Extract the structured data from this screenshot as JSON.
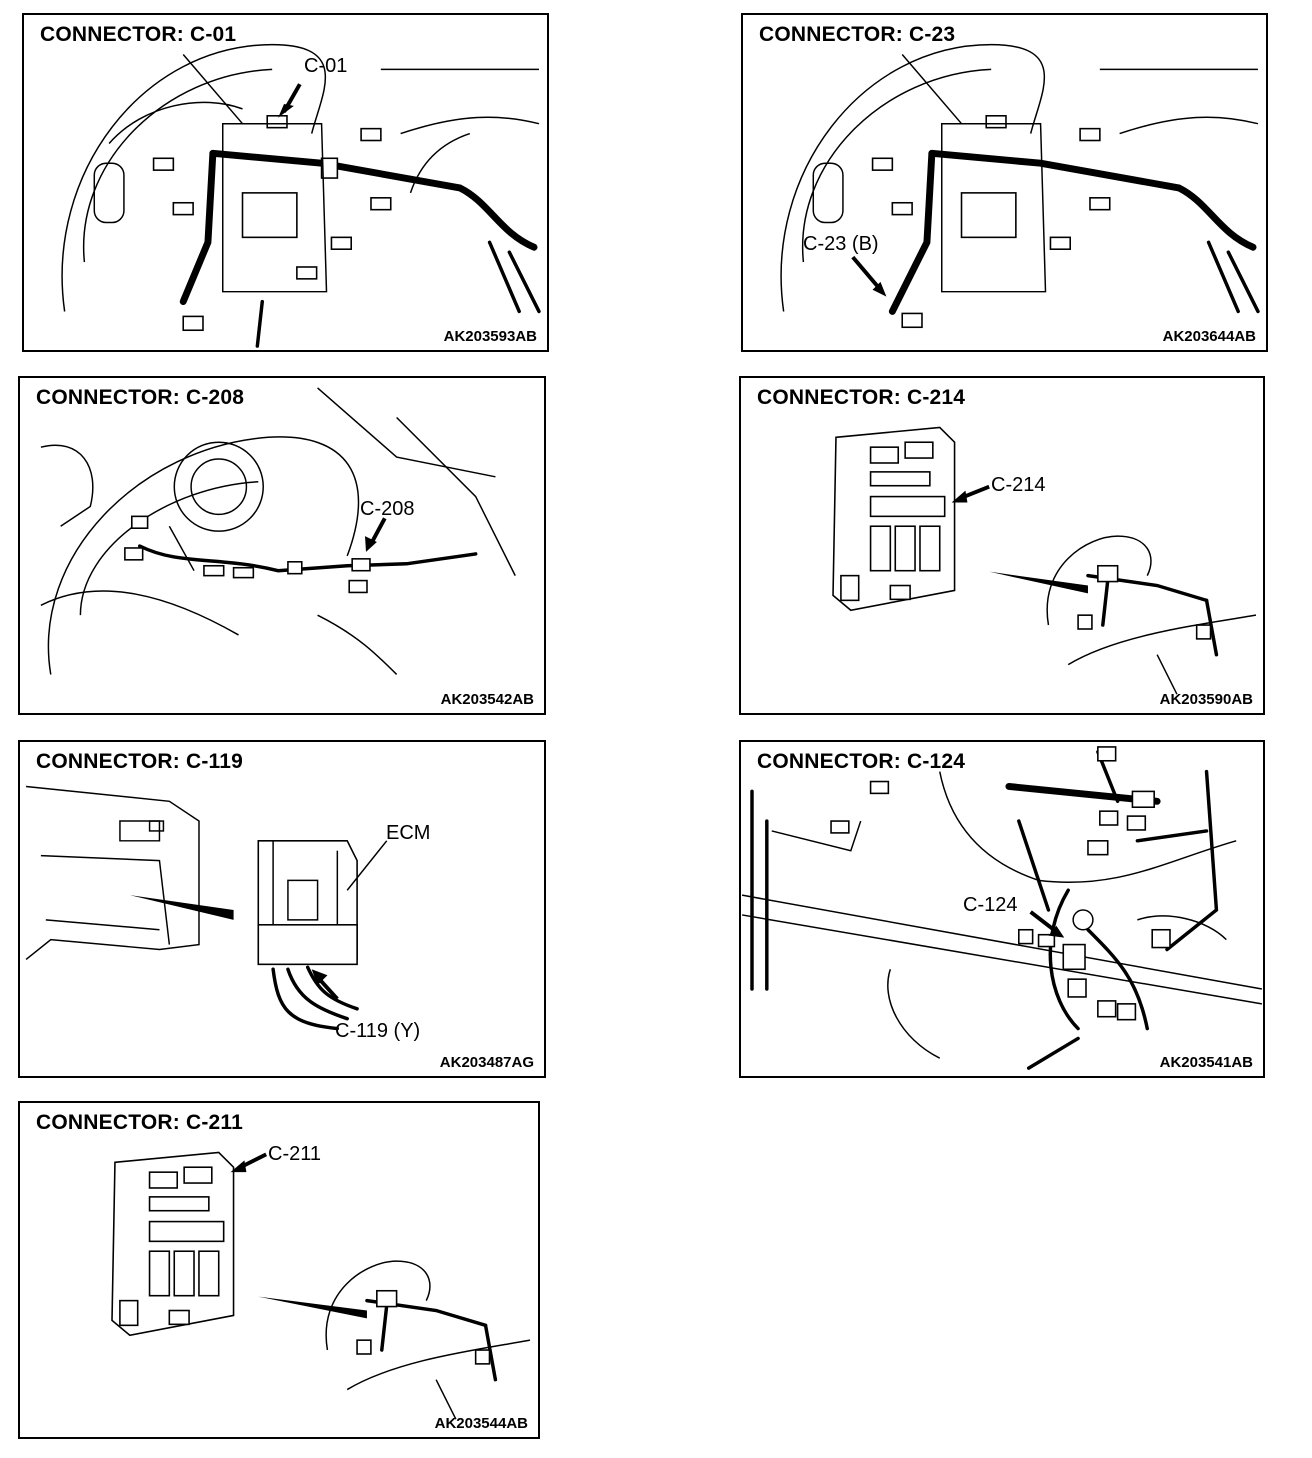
{
  "panels": [
    {
      "id": "c01",
      "title": "CONNECTOR: C-01",
      "code": "AK203593AB",
      "callouts": [
        "C-01"
      ]
    },
    {
      "id": "c23",
      "title": "CONNECTOR: C-23",
      "code": "AK203644AB",
      "callouts": [
        "C-23 (B)"
      ]
    },
    {
      "id": "c208",
      "title": "CONNECTOR: C-208",
      "code": "AK203542AB",
      "callouts": [
        "C-208"
      ]
    },
    {
      "id": "c214",
      "title": "CONNECTOR: C-214",
      "code": "AK203590AB",
      "callouts": [
        "C-214"
      ]
    },
    {
      "id": "c119",
      "title": "CONNECTOR: C-119",
      "code": "AK203487AG",
      "callouts": [
        "ECM",
        "C-119 (Y)"
      ]
    },
    {
      "id": "c124",
      "title": "CONNECTOR: C-124",
      "code": "AK203541AB",
      "callouts": [
        "C-124"
      ]
    },
    {
      "id": "c211",
      "title": "CONNECTOR: C-211",
      "code": "AK203544AB",
      "callouts": [
        "C-211"
      ]
    }
  ]
}
